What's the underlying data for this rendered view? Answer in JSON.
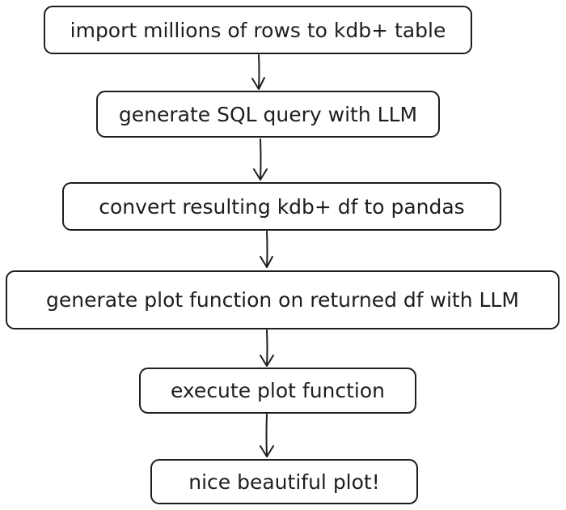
{
  "diagram": {
    "type": "flowchart",
    "direction": "top-to-bottom",
    "steps": [
      {
        "label": "import millions of rows to kdb+ table"
      },
      {
        "label": "generate SQL query with LLM"
      },
      {
        "label": "convert resulting kdb+ df to pandas"
      },
      {
        "label": "generate plot function on returned df with LLM"
      },
      {
        "label": "execute plot function"
      },
      {
        "label": "nice beautiful plot!"
      }
    ],
    "colors": {
      "stroke": "#1e1e1e",
      "fill": "#ffffff",
      "text": "#1e1e1e"
    }
  }
}
